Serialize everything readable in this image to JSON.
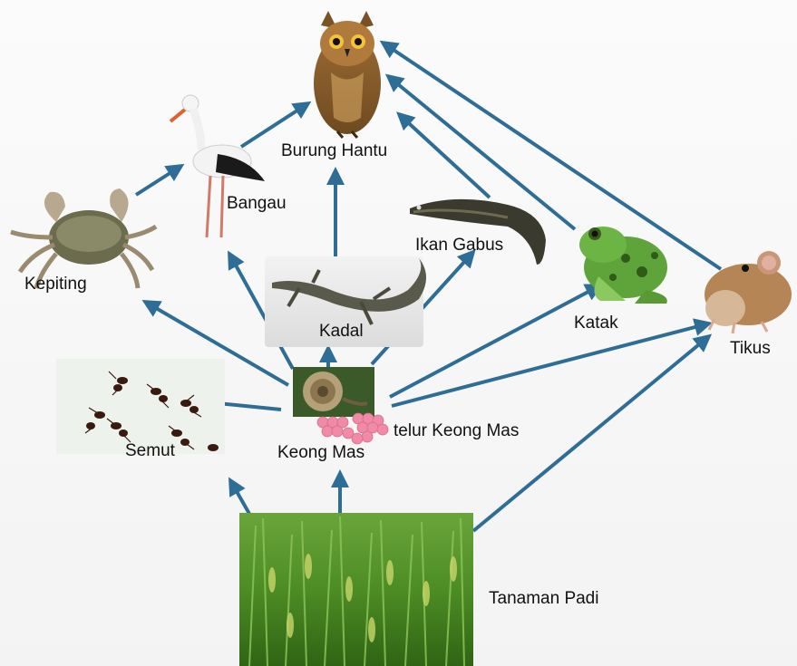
{
  "diagram": {
    "labels": {
      "burung_hantu": "Burung Hantu",
      "bangau": "Bangau",
      "kepiting": "Kepiting",
      "ikan_gabus": "Ikan Gabus",
      "kadal": "Kadal",
      "katak": "Katak",
      "tikus": "Tikus",
      "semut": "Semut",
      "keong_mas": "Keong Mas",
      "telur_keong_mas": "telur Keong Mas",
      "tanaman_padi": "Tanaman Padi"
    },
    "arrow_color": "#2e6e96",
    "icons": {
      "owl": "owl-icon",
      "stork": "stork-icon",
      "crab": "crab-icon",
      "fish": "fish-icon",
      "lizard": "lizard-icon",
      "frog": "frog-icon",
      "mouse": "mouse-icon",
      "ants": "ants-icon",
      "snail": "snail-icon",
      "eggs": "snail-eggs-icon",
      "rice": "rice-plant-icon"
    }
  }
}
